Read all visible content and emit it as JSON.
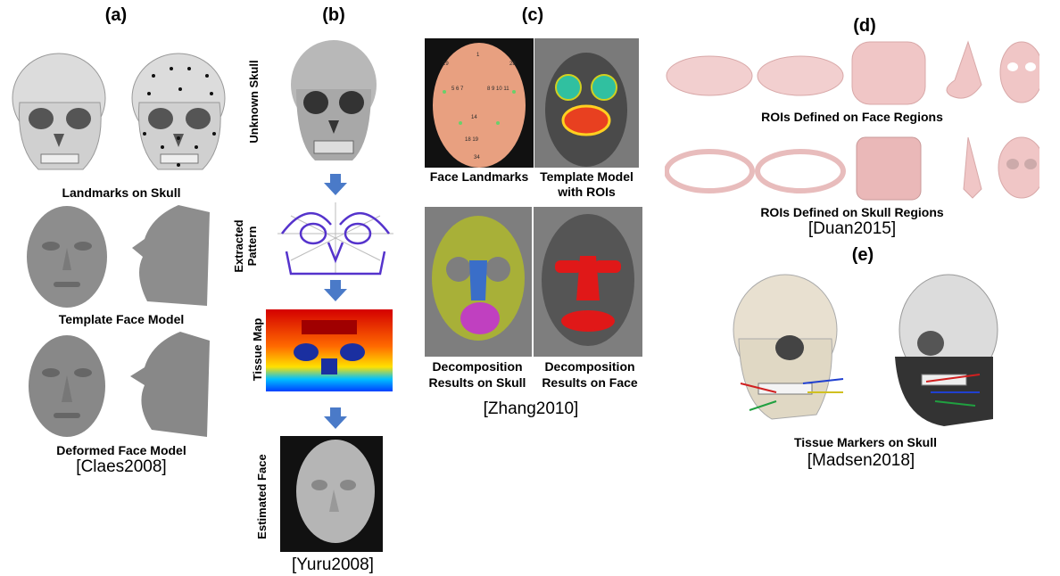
{
  "panels": {
    "a": {
      "label": "(a)",
      "captions": [
        "Landmarks on Skull",
        "Template Face Model",
        "Deformed Face Model"
      ],
      "reference": "[Claes2008]"
    },
    "b": {
      "label": "(b)",
      "steps": [
        "Unknown Skull",
        "Extracted Pattern",
        "Tissue Map",
        "Estimated Face"
      ],
      "reference": "[Yuru2008]"
    },
    "c": {
      "label": "(c)",
      "captions": {
        "face_landmarks": "Face Landmarks",
        "template_rois": "Template Model with ROIs",
        "decomp_skull": "Decomposition Results on Skull",
        "decomp_face": "Decomposition Results on Face"
      },
      "reference": "[Zhang2010]"
    },
    "d": {
      "label": "(d)",
      "captions": [
        "ROIs Defined on Face Regions",
        "ROIs Defined on Skull Regions"
      ],
      "reference": "[Duan2015]"
    },
    "e": {
      "label": "(e)",
      "caption": "Tissue Markers on Skull",
      "reference": "[Madsen2018]"
    }
  },
  "colors": {
    "arrow": "#4a7ac8",
    "skull_gray": "#c8c8c8",
    "face_gray": "#8a8a8a",
    "pink_roi": "#f2cfcf",
    "green_skull": "#a7b23a",
    "red_roi": "#e51c1c"
  }
}
